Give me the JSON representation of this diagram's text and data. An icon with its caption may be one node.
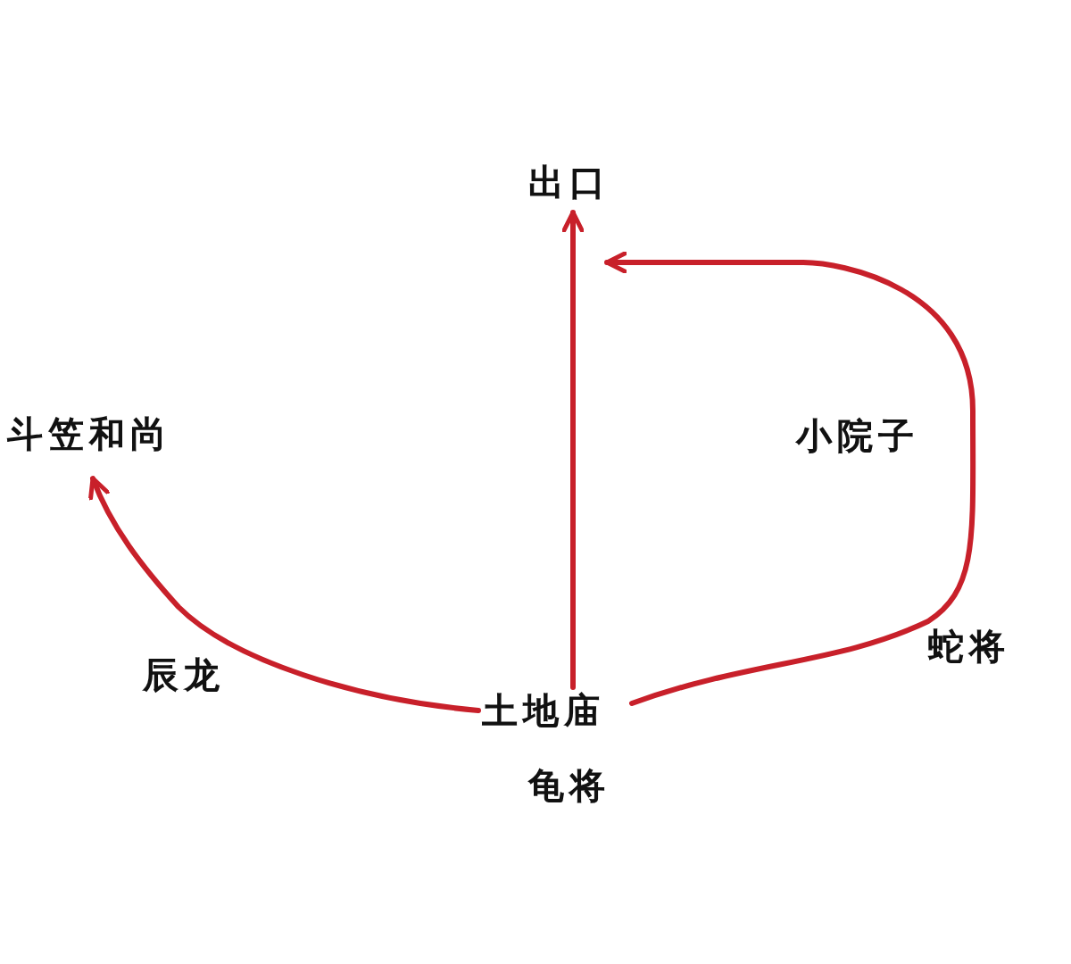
{
  "diagram": {
    "nodes": [
      {
        "text": [
          "出口"
        ]
      },
      {
        "text": [
          "斗笠和尚"
        ]
      },
      {
        "text": [
          "土地庙"
        ],
        "beside": [
          "龟将"
        ]
      }
    ],
    "edges": [
      {
        "from": 2,
        "to": 0,
        "arrow": "to"
      },
      {
        "from": 2,
        "to": 1,
        "arrow": "to",
        "label": "辰龙"
      },
      {
        "from": 2,
        "to": 0,
        "arrow": "to",
        "label": "蛇将"
      }
    ],
    "labels": [
      "小院子"
    ]
  }
}
